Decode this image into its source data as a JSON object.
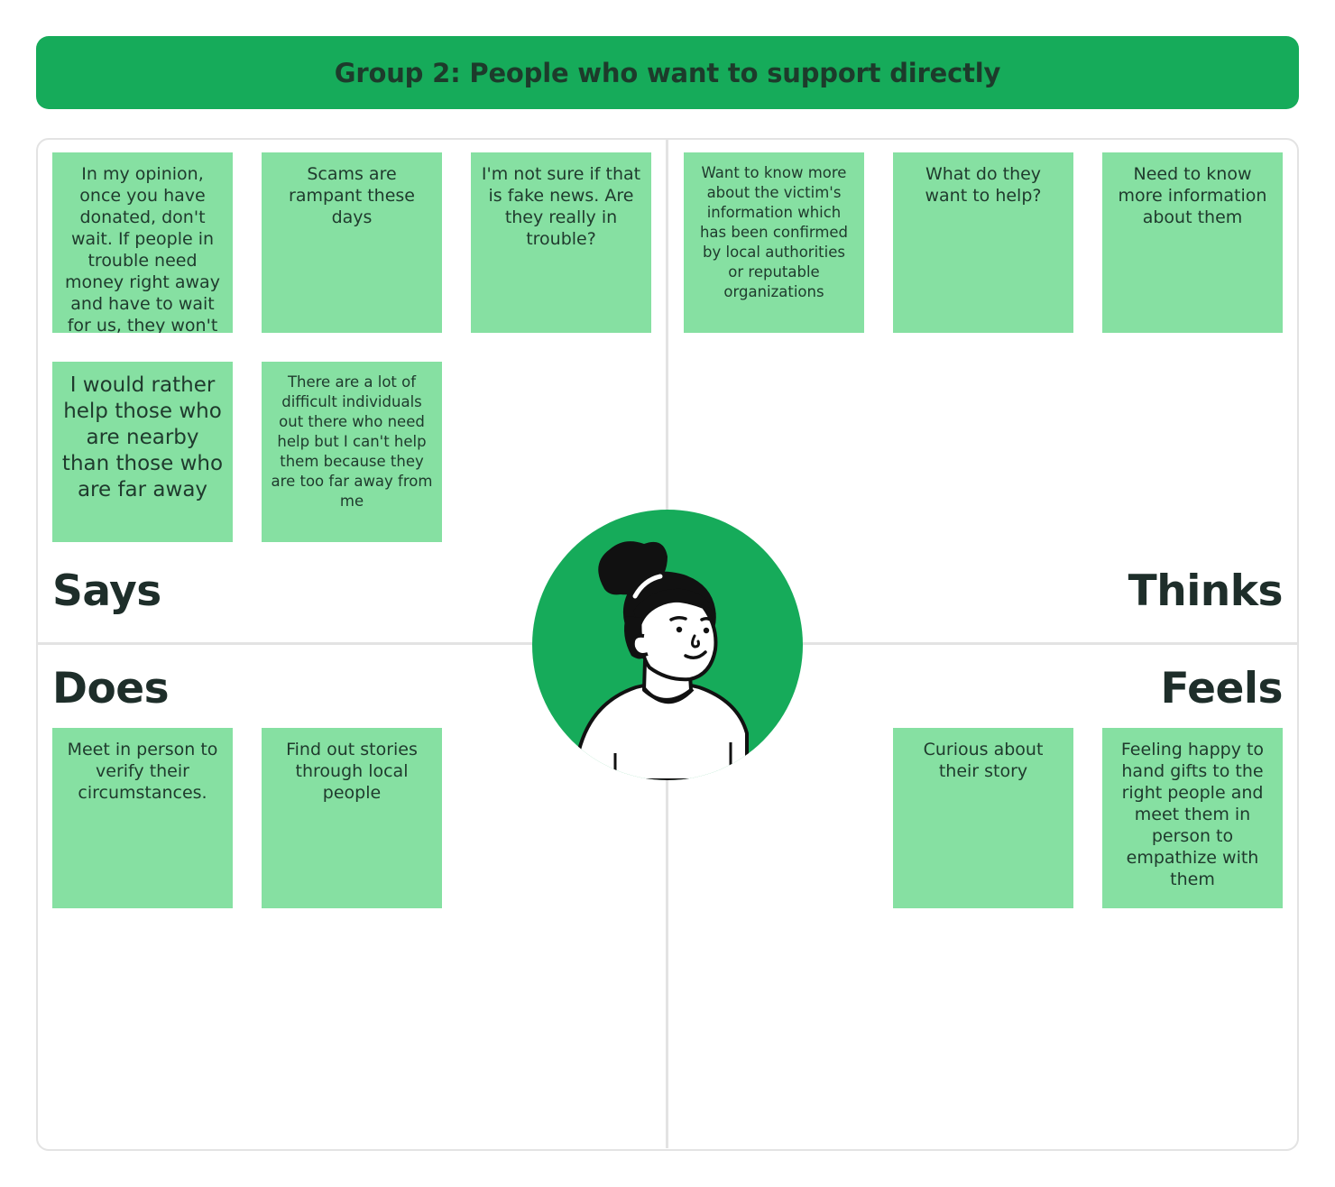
{
  "title": "Group 2: People who want to support directly",
  "quadrants": {
    "says": "Says",
    "thinks": "Thinks",
    "does": "Does",
    "feels": "Feels"
  },
  "notes": {
    "says": [
      "In my opinion, once you have donated, don't wait. If people in trouble need money right away and have to wait for us, they won't",
      "Scams are rampant these days",
      "I'm not sure if that is fake news. Are they really in trouble?",
      "I would rather help those who are nearby than those who are far away",
      "There are a lot of difficult individuals out there who need help but I can't help them because they are too far away from me"
    ],
    "thinks": [
      "Want to know more about the victim's information which has been confirmed by local authorities or reputable organizations",
      "What do they want to help?",
      "Need to know more information about them"
    ],
    "does": [
      "Meet in person to verify their circumstances.",
      "Find out stories through local people"
    ],
    "feels": [
      "Curious about their story",
      "Feeling happy to hand gifts to the right people and meet them in person to empathize with them"
    ]
  },
  "colors": {
    "banner": "#16ab5a",
    "note": "#86e0a2",
    "avatar_bg": "#16ab5a"
  },
  "avatar_icon": "persona-avatar-icon"
}
